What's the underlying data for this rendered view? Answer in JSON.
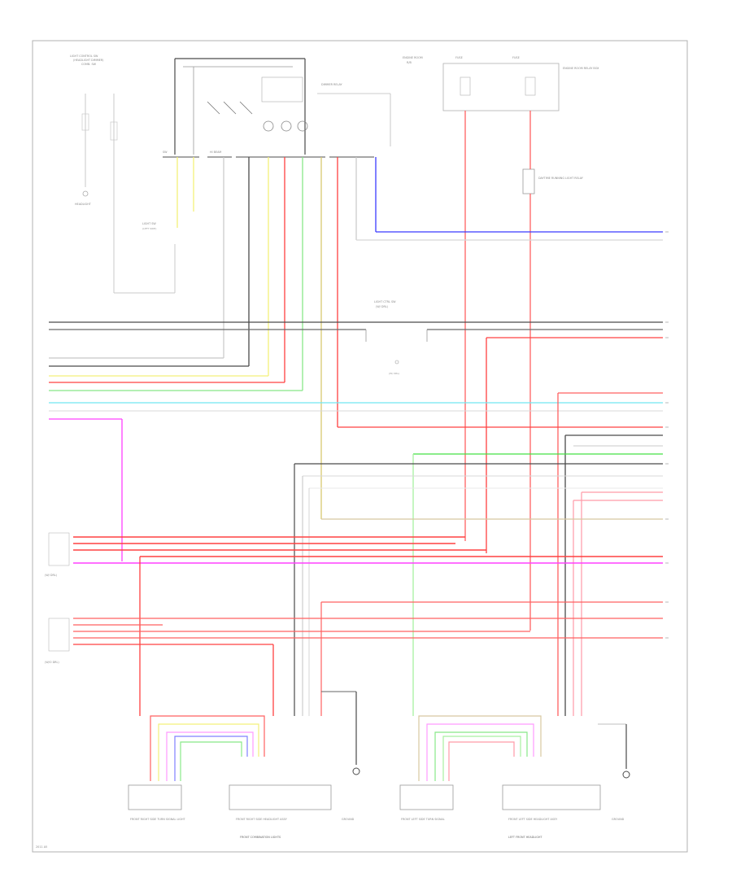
{
  "colors": {
    "border": "#b0b0b0",
    "dark": "#4a4a4a",
    "gray": "#b8b8b8",
    "light": "#d8d8d8",
    "red": "#ff4040",
    "pink": "#ff9aa8",
    "magenta": "#ff40ff",
    "green": "#44e044",
    "lightgreen": "#a8f0a0",
    "cyan": "#70e8f0",
    "yellow": "#f4f07a",
    "beige": "#d8c8a0",
    "blue": "#3a3aff",
    "lightblue": "#8080ff"
  },
  "labels": {
    "lb_top_left": "LIGHT CONTROL SW",
    "lb_top_left2": "(HEADLIGHT DIMMER)",
    "lb_top_left3": "COMB. SW",
    "lb_headlight": "HEADLIGHT",
    "lb_engine_room": "ENGINE ROOM",
    "lb_engine_room2": "R/B",
    "lb_fuse1": "FUSE",
    "lb_fuse2": "FUSE",
    "lb_relay_box": "ENGINE ROOM RELAY BOX",
    "lb_dimmer": "DIMMER RELAY",
    "lb_sw_left": "LIGHT SW",
    "lb_hi_beam": "HI BEAM",
    "lb_center_sw": "LIGHT CTRL SW",
    "lb_center_sw2": "(W/ DRL)",
    "lb_daytime": "DAYTIME RUNNING LIGHT RELAY",
    "lb_w_drl_left": "(W/ DRL)",
    "lb_w_drl_left2": "(W/O DRL)",
    "lb_bottom1": "FRONT RIGHT SIDE TURN SIGNAL LIGHT",
    "lb_bottom2": "FRONT RIGHT SIDE HEADLIGHT ASSY",
    "lb_bottom3": "FRONT LEFT SIDE TURN SIGNAL",
    "lb_bottom4": "FRONT LEFT SIDE HEADLIGHT ASSY",
    "lb_bottom_group1": "FRONT COMBINATION LIGHTS",
    "lb_bottom_group2": "LEFT FRONT HEADLIGHT",
    "lb_ground_a": "GROUND",
    "lb_ground_b": "GROUND",
    "lb_footer": "2011 A5"
  }
}
